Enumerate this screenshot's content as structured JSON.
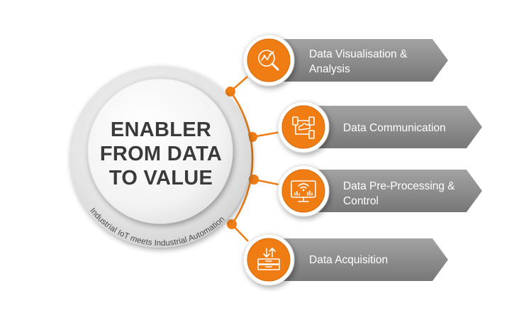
{
  "center": {
    "title_lines": [
      "ENABLER",
      "FROM DATA",
      "TO VALUE"
    ],
    "ring_caption": "Industrial IoT meets Industrial Automation"
  },
  "items": [
    {
      "label_lines": [
        "Data Visualisation &",
        "Analysis"
      ],
      "icon": "magnifier-chart-icon"
    },
    {
      "label_lines": [
        "Data Communication"
      ],
      "icon": "network-cloud-icon"
    },
    {
      "label_lines": [
        "Data Pre-Processing &",
        "Control"
      ],
      "icon": "monitor-signal-icon"
    },
    {
      "label_lines": [
        "Data Acquisition"
      ],
      "icon": "archive-box-icon"
    }
  ],
  "colors": {
    "accent_orange": "#ef7d14",
    "banner_gray": "#8c8c8c",
    "title_text": "#3a3a3a",
    "disc_light": "#f2f2f2",
    "ring_gray": "#d9d9d9"
  }
}
